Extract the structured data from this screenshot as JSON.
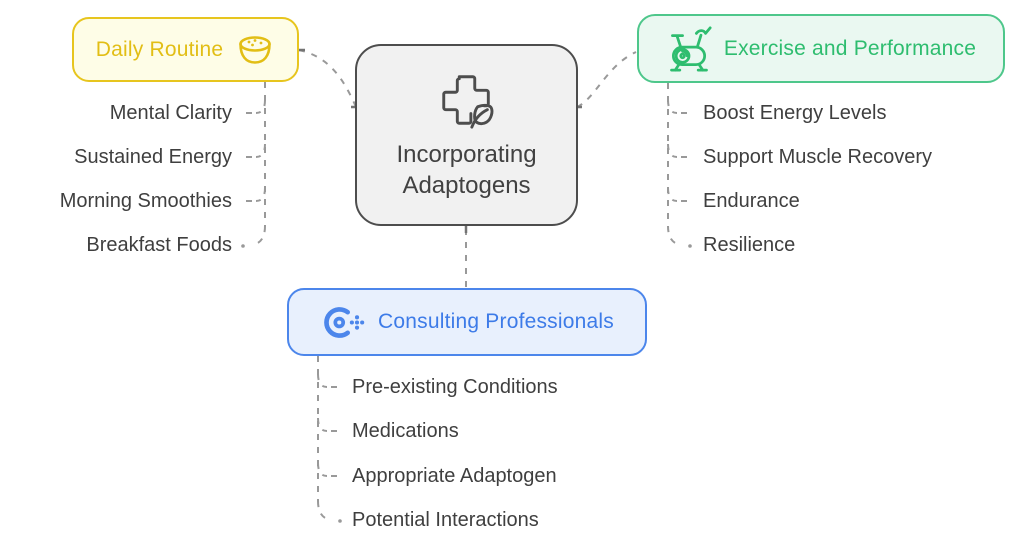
{
  "diagram": {
    "center": {
      "label": "Incorporating Adaptogens",
      "icon": "medical-cross-leaf"
    },
    "branches": [
      {
        "label": "Daily Routine",
        "icon": "cereal-bowl",
        "children": [
          "Mental Clarity",
          "Sustained Energy",
          "Morning Smoothies",
          "Breakfast Foods"
        ]
      },
      {
        "label": "Exercise and Performance",
        "icon": "exercise-bike",
        "children": [
          "Boost Energy Levels",
          "Support Muscle Recovery",
          "Endurance",
          "Resilience"
        ]
      },
      {
        "label": "Consulting Professionals",
        "icon": "ring-with-dots",
        "children": [
          "Pre-existing Conditions",
          "Medications",
          "Appropriate Adaptogen",
          "Potential Interactions"
        ]
      }
    ],
    "colors": {
      "yellow_border": "#E7C51E",
      "yellow_bg": "#FEFDE7",
      "yellow_text": "#E2BE15",
      "green_border": "#4EC78B",
      "green_bg": "#EAF8F1",
      "green_text": "#2EBD6F",
      "blue_border": "#4C86EB",
      "blue_bg": "#E8F0FD",
      "blue_text": "#3D7BE8",
      "center_border": "#4D4D4D",
      "center_bg": "#F1F1F1",
      "child_text": "#3F3F3F",
      "edge": "#999999"
    }
  }
}
